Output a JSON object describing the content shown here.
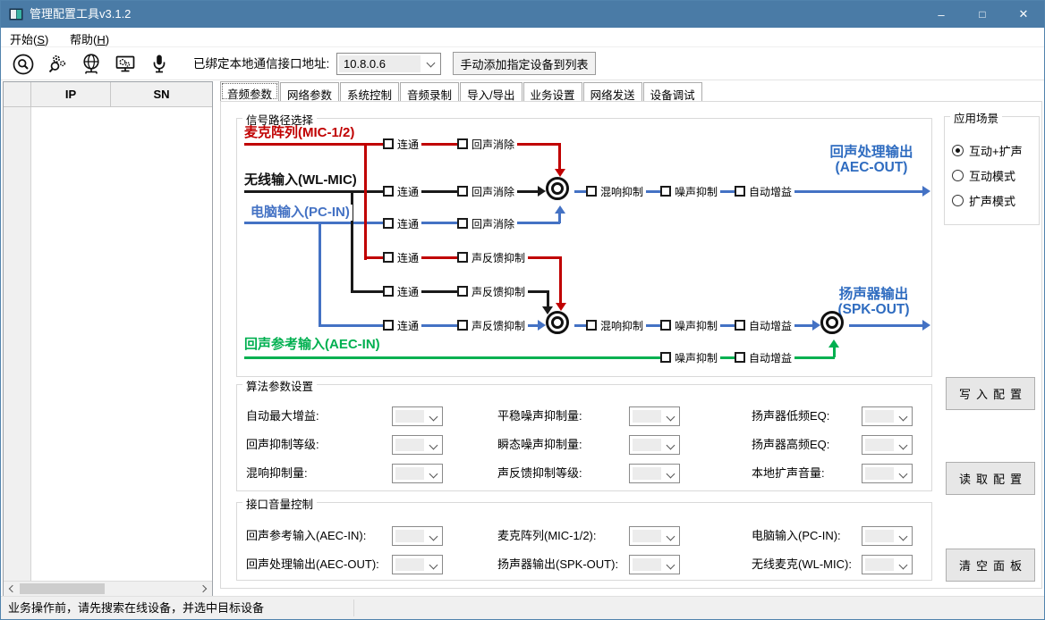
{
  "window": {
    "title": "管理配置工具v3.1.2",
    "controls": {
      "minimize": "–",
      "maximize": "□",
      "close": "✕"
    }
  },
  "menu": {
    "items": [
      {
        "pre": "开始(",
        "key": "S",
        "post": ")"
      },
      {
        "pre": "帮助(",
        "key": "H",
        "post": ")"
      }
    ]
  },
  "toolbar": {
    "icons": [
      "search-devices-icon",
      "config-search-icon",
      "network-globe-icon",
      "device-config-icon",
      "microphone-icon"
    ],
    "bound_address_label": "已绑定本地通信接口地址:",
    "address_value": "10.8.0.6",
    "add_device_button": "手动添加指定设备到列表"
  },
  "device_table": {
    "columns": [
      "IP",
      "SN"
    ]
  },
  "tabs": [
    {
      "label": "音频参数",
      "active": true
    },
    {
      "label": "网络参数",
      "active": false
    },
    {
      "label": "系统控制",
      "active": false
    },
    {
      "label": "音频录制",
      "active": false
    },
    {
      "label": "导入/导出",
      "active": false
    },
    {
      "label": "业务设置",
      "active": false
    },
    {
      "label": "网络发送",
      "active": false
    },
    {
      "label": "设备调试",
      "active": false
    }
  ],
  "signal_path": {
    "group_title": "信号路径选择",
    "inputs": {
      "mic": "麦克阵列(MIC-1/2)",
      "wireless": "无线输入(WL-MIC)",
      "pc": "电脑输入(PC-IN)",
      "aec_in": "回声参考输入(AEC-IN)"
    },
    "outputs": {
      "aec_out_title": "回声处理输出",
      "aec_out_sub": "(AEC-OUT)",
      "spk_title": "扬声器输出",
      "spk_sub": "(SPK-OUT)"
    },
    "checkboxes": {
      "connect": "连通",
      "echo_cancel": "回声消除",
      "feedback_suppress": "声反馈抑制",
      "reverb_suppress": "混响抑制",
      "noise_suppress": "噪声抑制",
      "auto_gain": "自动增益"
    },
    "colors": {
      "mic": "#c00000",
      "wireless": "#1a1a1a",
      "pc": "#4472c4",
      "aec_in": "#00b050",
      "output_text": "#2f6cc0"
    }
  },
  "scene": {
    "group_title": "应用场景",
    "options": [
      {
        "label": "互动+扩声",
        "selected": true
      },
      {
        "label": "互动模式",
        "selected": false
      },
      {
        "label": "扩声模式",
        "selected": false
      }
    ]
  },
  "algorithm_params": {
    "group_title": "算法参数设置",
    "fields": [
      "自动最大增益:",
      "平稳噪声抑制量:",
      "扬声器低频EQ:",
      "回声抑制等级:",
      "瞬态噪声抑制量:",
      "扬声器高频EQ:",
      "混响抑制量:",
      "声反馈抑制等级:",
      "本地扩声音量:"
    ]
  },
  "interface_volume": {
    "group_title": "接口音量控制",
    "fields": [
      "回声参考输入(AEC-IN):",
      "麦克阵列(MIC-1/2):",
      "电脑输入(PC-IN):",
      "回声处理输出(AEC-OUT):",
      "扬声器输出(SPK-OUT):",
      "无线麦克(WL-MIC):"
    ]
  },
  "actions": {
    "write": "写入配置",
    "read": "读取配置",
    "clear": "清空面板"
  },
  "statusbar": {
    "message": "业务操作前，请先搜索在线设备，并选中目标设备"
  }
}
